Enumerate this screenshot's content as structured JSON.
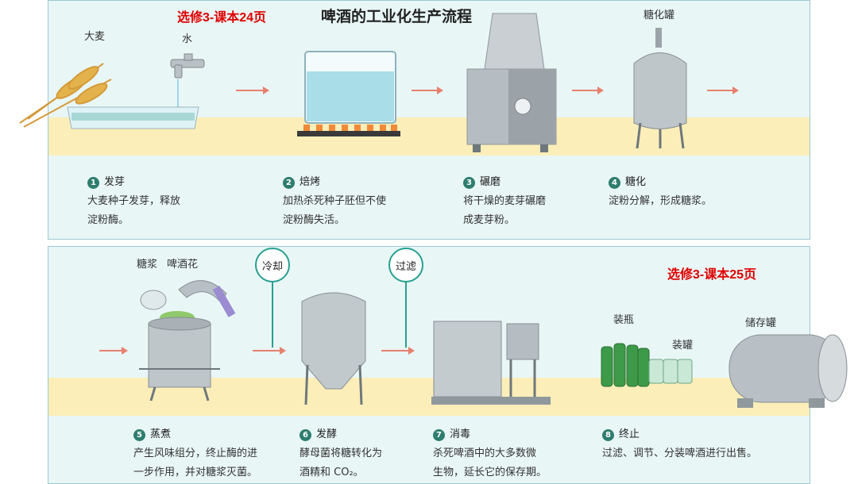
{
  "title": "啤酒的工业化生产流程",
  "ref_top": "选修3-课本24页",
  "ref_bottom": "选修3-课本25页",
  "labels": {
    "barley": "大麦",
    "water": "水",
    "saccharification_tank": "糖化罐",
    "syrup": "糖浆",
    "hops": "啤酒花",
    "cool": "冷却",
    "filter": "过滤",
    "bottling": "装瓶",
    "canning": "装罐",
    "storage_tank": "储存罐"
  },
  "steps": [
    {
      "num": "1",
      "name": "发芽",
      "desc": [
        "大麦种子发芽，释放",
        "淀粉酶。"
      ]
    },
    {
      "num": "2",
      "name": "焙烤",
      "desc": [
        "加热杀死种子胚但不使",
        "淀粉酶失活。"
      ]
    },
    {
      "num": "3",
      "name": "碾磨",
      "desc": [
        "将干燥的麦芽碾磨",
        "成麦芽粉。"
      ]
    },
    {
      "num": "4",
      "name": "糖化",
      "desc": [
        "淀粉分解，形成糖浆。"
      ]
    },
    {
      "num": "5",
      "name": "蒸煮",
      "desc": [
        "产生风味组分，终止酶的进",
        "一步作用，并对糖浆灭菌。"
      ]
    },
    {
      "num": "6",
      "name": "发酵",
      "desc": [
        "酵母菌将糖转化为",
        "酒精和 CO₂。"
      ]
    },
    {
      "num": "7",
      "name": "消毒",
      "desc": [
        "杀死啤酒中的大多数微",
        "生物，延长它的保存期。"
      ]
    },
    {
      "num": "8",
      "name": "终止",
      "desc": [
        "过滤、调节、分装啤酒进行出售。"
      ]
    }
  ],
  "colors": {
    "accent": "#27a08f",
    "arrow": "#e7806e",
    "ref": "#e00000"
  }
}
